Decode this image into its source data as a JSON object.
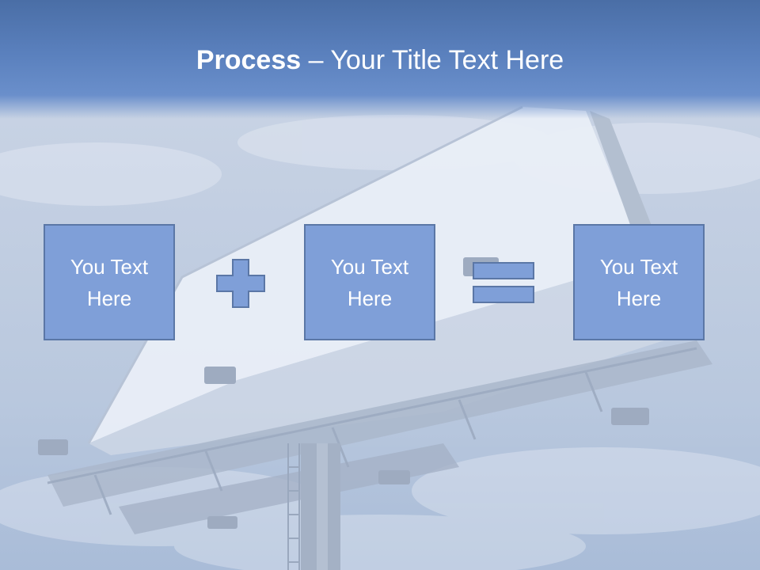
{
  "slide": {
    "title_bold": "Process",
    "title_rest": " – Your Title Text Here"
  },
  "process": {
    "boxes": [
      {
        "text": "You Text Here"
      },
      {
        "text": "You Text Here"
      },
      {
        "text": "You Text Here"
      }
    ],
    "operators": [
      "plus-icon",
      "equals-icon"
    ]
  },
  "colors": {
    "title_band": "#5a80bd",
    "box_fill": "#7f9fd8",
    "box_border": "#5b77a6",
    "text": "#ffffff"
  }
}
